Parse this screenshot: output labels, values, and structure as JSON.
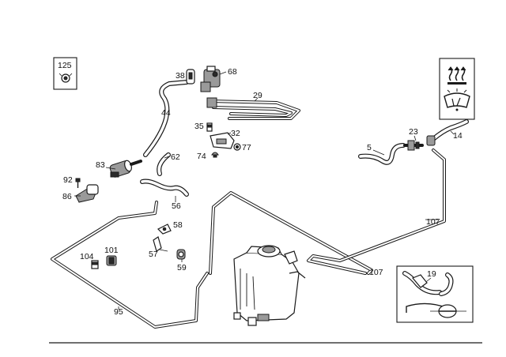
{
  "diagram": {
    "callouts": {
      "c125": "125",
      "c38": "38",
      "c68": "68",
      "c44": "44",
      "c29": "29",
      "c35": "35",
      "c32": "32",
      "c77": "77",
      "c74": "74",
      "c62": "62",
      "c83": "83",
      "c92": "92",
      "c86": "86",
      "c56": "56",
      "c58": "58",
      "c57": "57",
      "c59": "59",
      "c104": "104",
      "c101": "101",
      "c95": "95",
      "c5": "5",
      "c23": "23",
      "c14": "14",
      "c107a": "107",
      "c107b": "107",
      "c19": "19"
    },
    "icons": [
      "clip-icon",
      "heater-defrost-icon",
      "windshield-washer-icon",
      "pump-icon",
      "reservoir-icon"
    ]
  }
}
